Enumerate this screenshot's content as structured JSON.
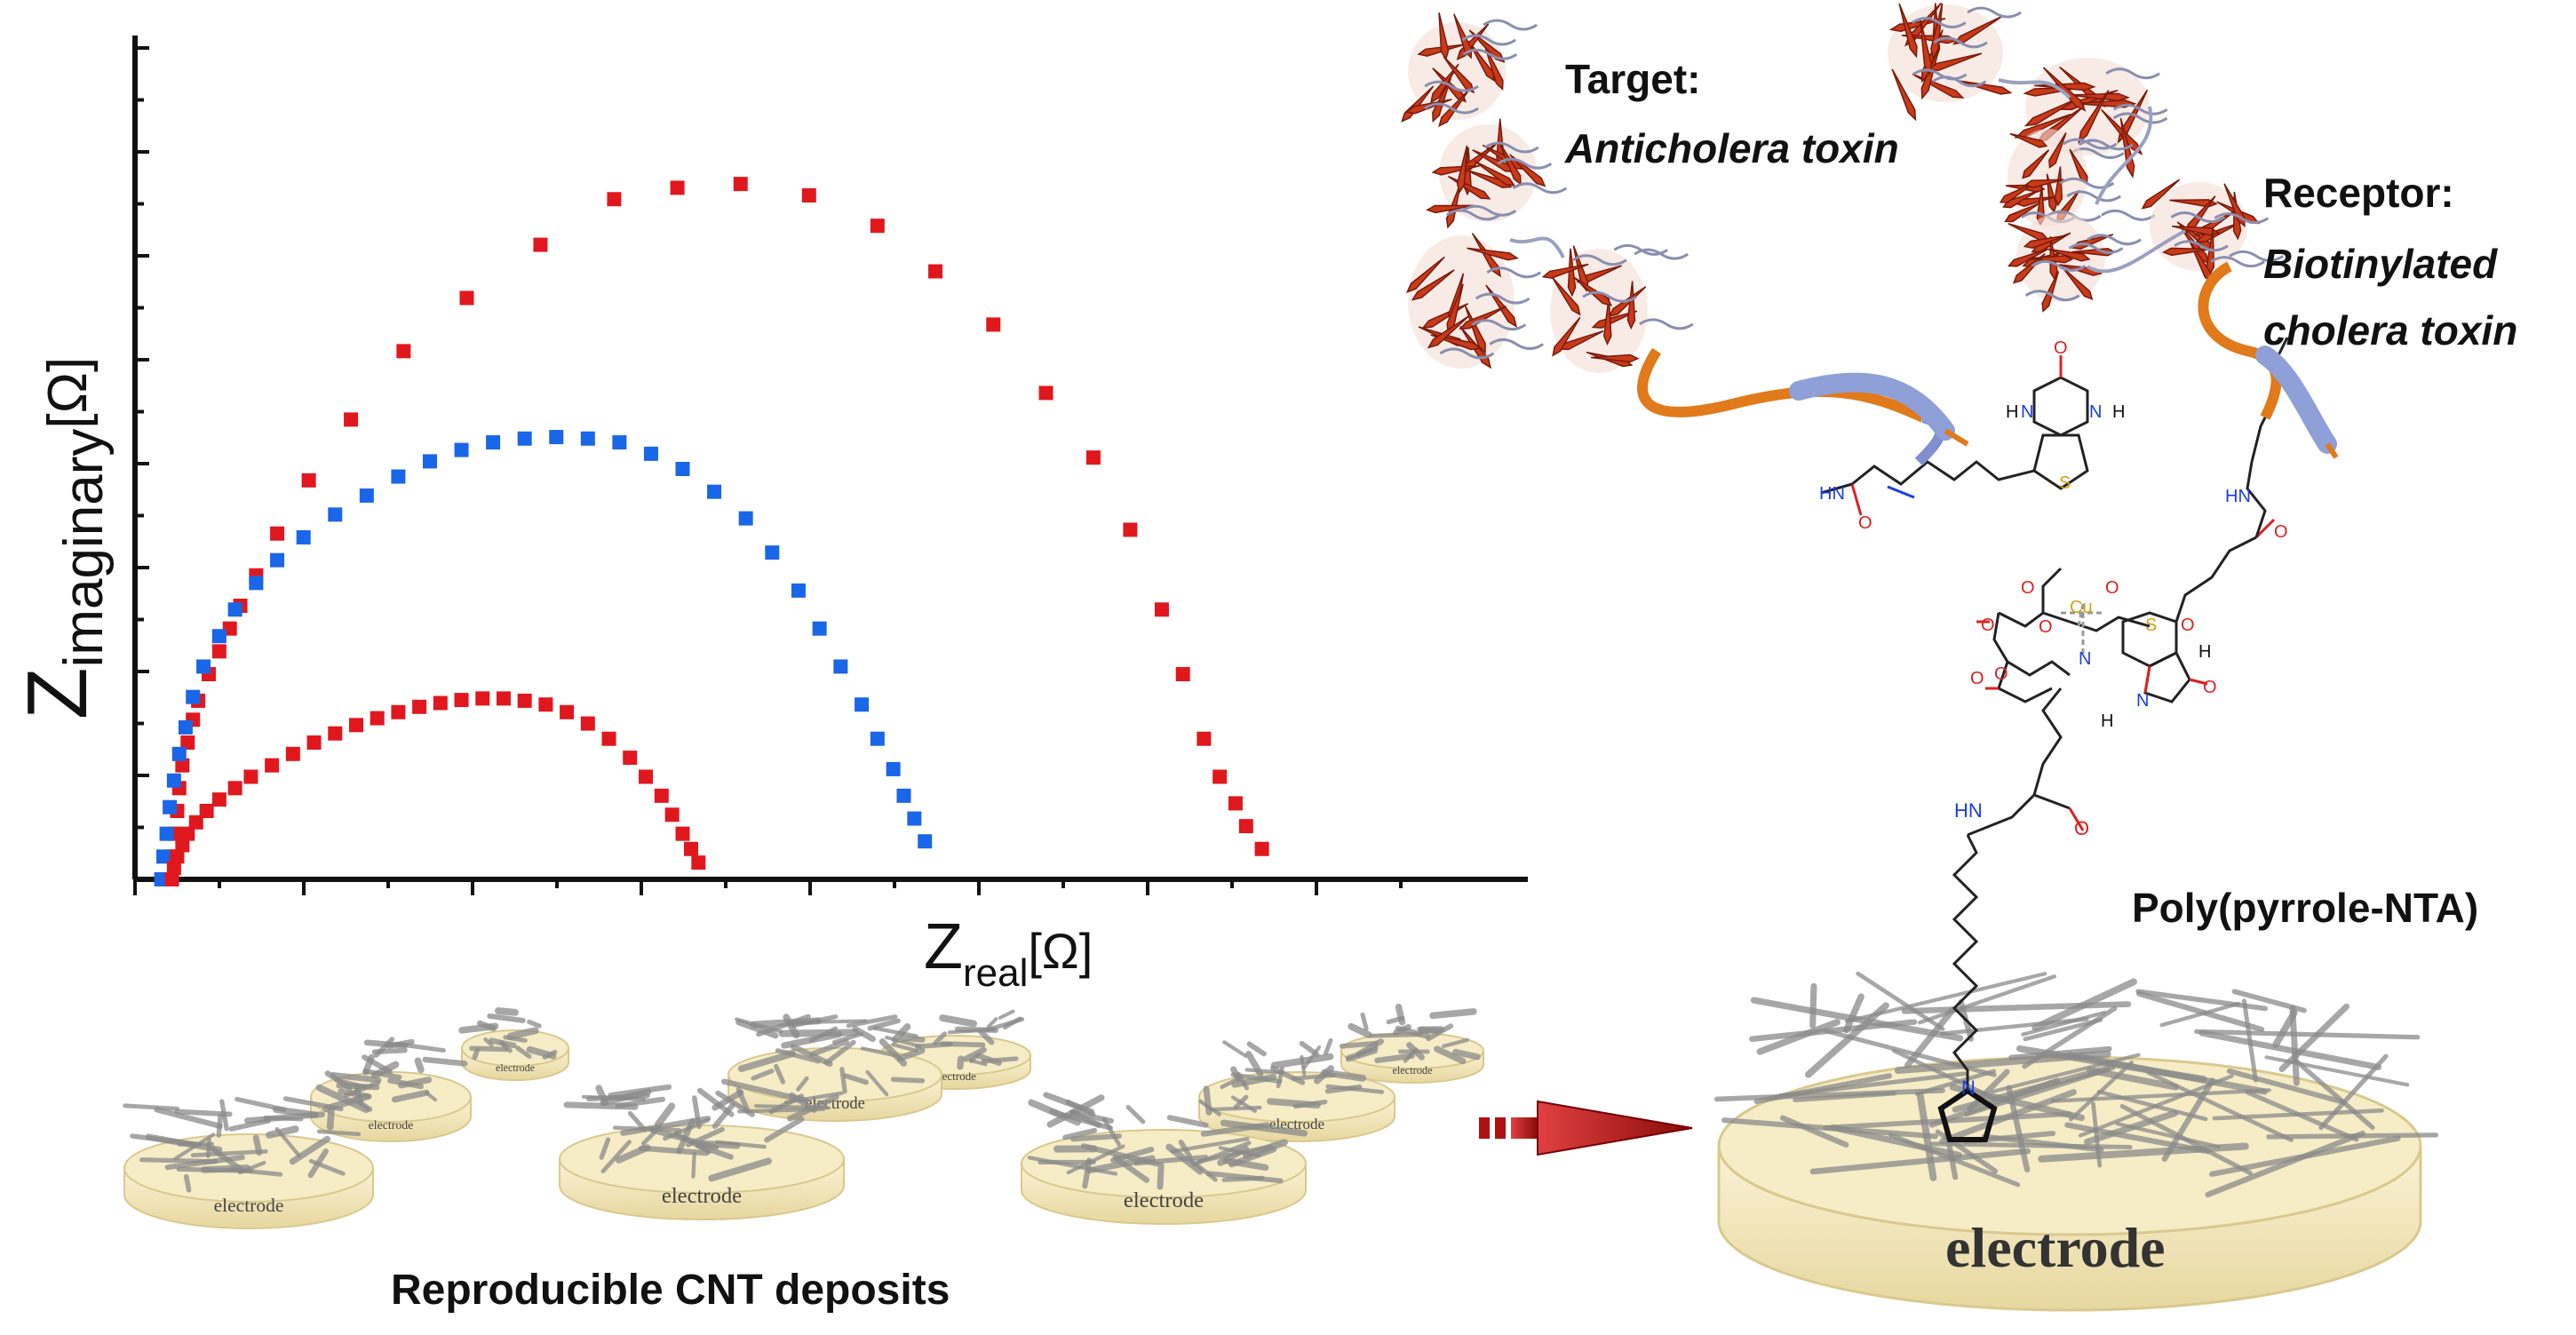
{
  "figure": {
    "chart": {
      "y_axis_symbol": "Z",
      "y_axis_subscript": "imaginary",
      "y_axis_unit": "[Ω]",
      "x_axis_symbol": "Z",
      "x_axis_subscript": "real",
      "x_axis_unit": "[Ω]"
    },
    "labels": {
      "target_title": "Target:",
      "target_name": "Anticholera toxin",
      "receptor_title": "Receptor:",
      "receptor_name_1": "Biotinylated",
      "receptor_name_2": "cholera toxin",
      "polymer": "Poly(pyrrole-NTA)",
      "deposits_caption": "Reproducible CNT deposits",
      "electrode_small": "electrode",
      "electrode_large": "electrode"
    },
    "molecule_atoms": {
      "nh": "NH",
      "hn": "HN",
      "n": "N",
      "h": "H",
      "o": "O",
      "s": "S",
      "cu": "Cu"
    },
    "colors": {
      "series_red": "#e0181e",
      "series_blue": "#1a66e8",
      "electrode_fill": "#f3e6b8",
      "electrode_edge": "#d9c98e",
      "cnt_gray": "#8a8a8a",
      "arrow_red": "#b01010",
      "protein_red": "#c83a1a",
      "loop_orange": "#e07a1a",
      "loop_blue": "#7f8fd0",
      "atom_blue": "#1a3ee0",
      "atom_red": "#e02020",
      "atom_yellow": "#d9a014"
    }
  },
  "chart_data": {
    "type": "scatter",
    "title": "",
    "xlabel": "Z_real[Ω]",
    "ylabel": "Z_imaginary[Ω]",
    "xlim": [
      0,
      10
    ],
    "ylim": [
      0,
      10
    ],
    "grid": false,
    "legend": "none",
    "series": [
      {
        "color": "#e0181e",
        "points": [
          [
            0.35,
            0.0
          ],
          [
            0.36,
            0.3
          ],
          [
            0.38,
            0.6
          ],
          [
            0.4,
            0.9
          ],
          [
            0.42,
            1.2
          ],
          [
            0.45,
            1.5
          ],
          [
            0.5,
            1.8
          ],
          [
            0.55,
            2.1
          ],
          [
            0.6,
            2.35
          ],
          [
            0.7,
            2.7
          ],
          [
            0.8,
            3.0
          ],
          [
            0.9,
            3.3
          ],
          [
            1.0,
            3.6
          ],
          [
            1.15,
            4.0
          ],
          [
            1.35,
            4.55
          ],
          [
            1.65,
            5.25
          ],
          [
            2.05,
            6.05
          ],
          [
            2.55,
            6.95
          ],
          [
            3.15,
            7.65
          ],
          [
            3.85,
            8.35
          ],
          [
            4.55,
            8.95
          ],
          [
            5.15,
            9.1
          ],
          [
            5.75,
            9.15
          ],
          [
            6.4,
            9.0
          ],
          [
            7.05,
            8.6
          ],
          [
            7.6,
            8.0
          ],
          [
            8.15,
            7.3
          ],
          [
            8.65,
            6.4
          ],
          [
            9.1,
            5.55
          ],
          [
            9.45,
            4.6
          ],
          [
            9.75,
            3.55
          ],
          [
            9.95,
            2.7
          ],
          [
            10.15,
            1.85
          ],
          [
            10.3,
            1.35
          ],
          [
            10.45,
            1.0
          ],
          [
            10.55,
            0.7
          ],
          [
            10.7,
            0.4
          ]
        ]
      },
      {
        "color": "#1a66e8",
        "points": [
          [
            0.25,
            0.0
          ],
          [
            0.27,
            0.3
          ],
          [
            0.3,
            0.6
          ],
          [
            0.33,
            0.95
          ],
          [
            0.37,
            1.3
          ],
          [
            0.42,
            1.65
          ],
          [
            0.48,
            2.0
          ],
          [
            0.55,
            2.4
          ],
          [
            0.65,
            2.8
          ],
          [
            0.8,
            3.2
          ],
          [
            0.95,
            3.55
          ],
          [
            1.15,
            3.9
          ],
          [
            1.35,
            4.2
          ],
          [
            1.6,
            4.5
          ],
          [
            1.9,
            4.8
          ],
          [
            2.2,
            5.05
          ],
          [
            2.5,
            5.3
          ],
          [
            2.8,
            5.5
          ],
          [
            3.1,
            5.65
          ],
          [
            3.4,
            5.75
          ],
          [
            3.7,
            5.8
          ],
          [
            4.0,
            5.82
          ],
          [
            4.3,
            5.8
          ],
          [
            4.6,
            5.75
          ],
          [
            4.9,
            5.6
          ],
          [
            5.2,
            5.4
          ],
          [
            5.5,
            5.1
          ],
          [
            5.8,
            4.75
          ],
          [
            6.05,
            4.3
          ],
          [
            6.3,
            3.8
          ],
          [
            6.5,
            3.3
          ],
          [
            6.7,
            2.8
          ],
          [
            6.9,
            2.3
          ],
          [
            7.05,
            1.85
          ],
          [
            7.2,
            1.45
          ],
          [
            7.3,
            1.1
          ],
          [
            7.4,
            0.8
          ],
          [
            7.5,
            0.5
          ]
        ]
      },
      {
        "color": "#e0181e",
        "points": [
          [
            0.35,
            0.0
          ],
          [
            0.37,
            0.15
          ],
          [
            0.4,
            0.3
          ],
          [
            0.45,
            0.45
          ],
          [
            0.5,
            0.6
          ],
          [
            0.58,
            0.75
          ],
          [
            0.68,
            0.9
          ],
          [
            0.8,
            1.05
          ],
          [
            0.95,
            1.2
          ],
          [
            1.1,
            1.35
          ],
          [
            1.3,
            1.5
          ],
          [
            1.5,
            1.65
          ],
          [
            1.7,
            1.8
          ],
          [
            1.9,
            1.92
          ],
          [
            2.1,
            2.03
          ],
          [
            2.3,
            2.12
          ],
          [
            2.5,
            2.2
          ],
          [
            2.7,
            2.27
          ],
          [
            2.9,
            2.32
          ],
          [
            3.1,
            2.36
          ],
          [
            3.3,
            2.38
          ],
          [
            3.5,
            2.38
          ],
          [
            3.7,
            2.35
          ],
          [
            3.9,
            2.3
          ],
          [
            4.1,
            2.2
          ],
          [
            4.3,
            2.05
          ],
          [
            4.5,
            1.85
          ],
          [
            4.7,
            1.6
          ],
          [
            4.85,
            1.35
          ],
          [
            5.0,
            1.1
          ],
          [
            5.1,
            0.85
          ],
          [
            5.2,
            0.6
          ],
          [
            5.28,
            0.4
          ],
          [
            5.35,
            0.22
          ]
        ]
      }
    ]
  }
}
